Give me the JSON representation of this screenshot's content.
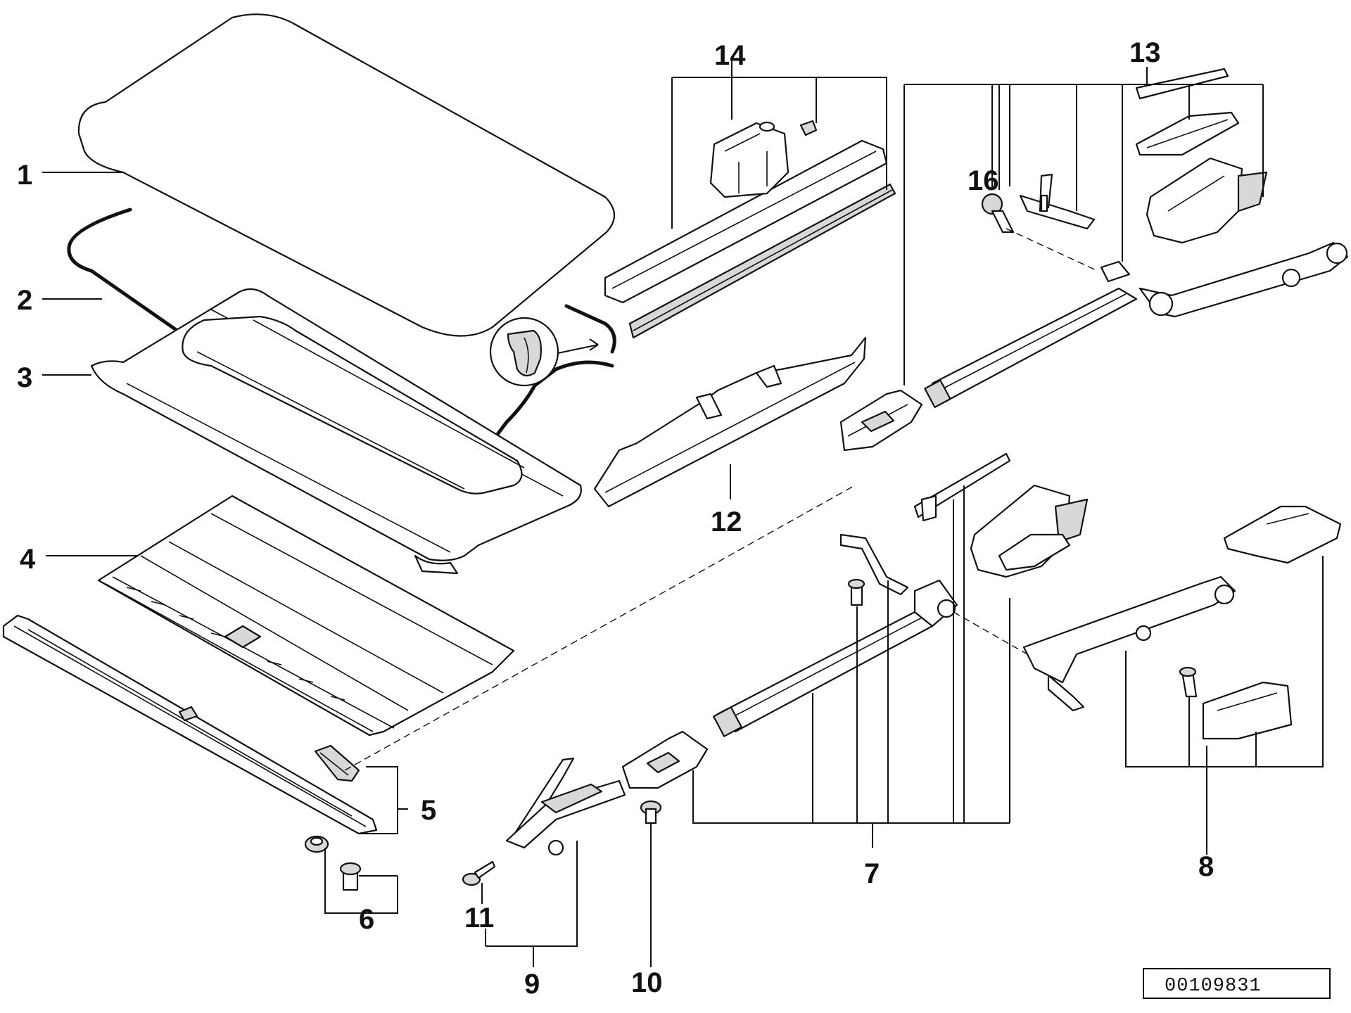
{
  "diagram": {
    "callouts": {
      "c1": "1",
      "c2": "2",
      "c3": "3",
      "c4": "4",
      "c5": "5",
      "c6": "6",
      "c7": "7",
      "c8": "8",
      "c9": "9",
      "c10": "10",
      "c11": "11",
      "c12": "12",
      "c13": "13",
      "c14": "14",
      "c16": "16"
    },
    "reference_number": "00109831"
  }
}
